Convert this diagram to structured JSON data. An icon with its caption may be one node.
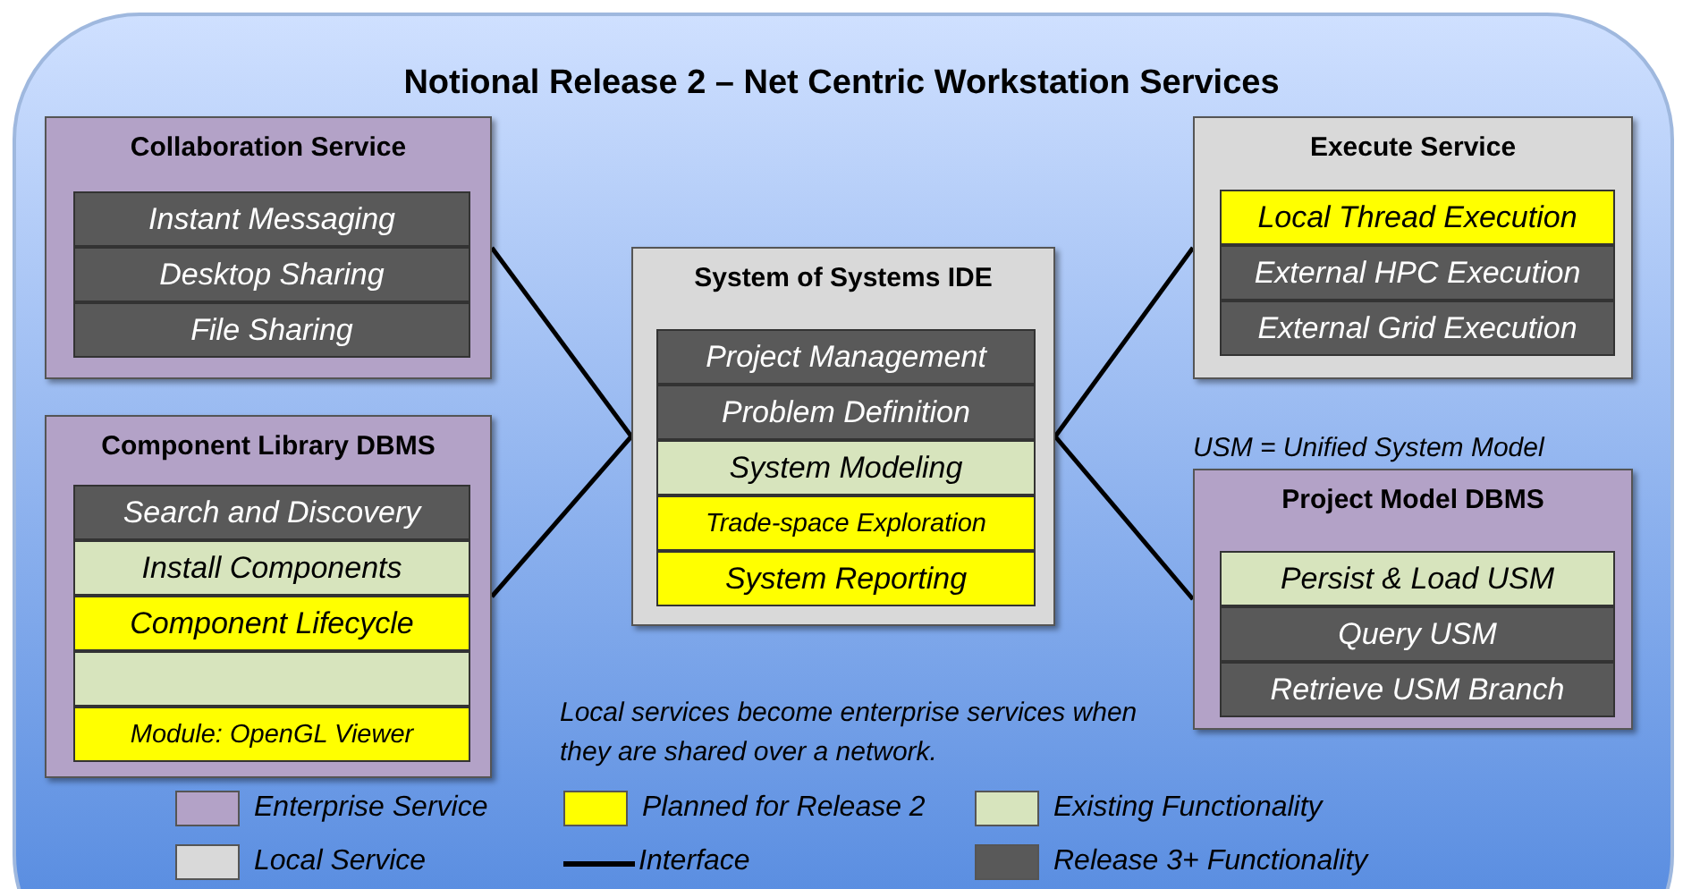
{
  "diagram": {
    "title": "Notional Release 2 – Net Centric Workstation Services",
    "nodes": [
      {
        "text": [
          "Collaboration Service"
        ]
      },
      {
        "text": [
          "Instant Messaging"
        ],
        "in": 0
      },
      {
        "text": [
          "Desktop Sharing"
        ],
        "in": 0
      },
      {
        "text": [
          "File Sharing"
        ],
        "in": 0
      },
      {
        "text": [
          "Execute Service"
        ]
      },
      {
        "text": [
          "Local Thread Execution"
        ],
        "in": 4
      },
      {
        "text": [
          "External HPC Execution"
        ],
        "in": 4
      },
      {
        "text": [
          "External Grid Execution"
        ],
        "in": 4
      },
      {
        "text": [
          "System of Systems IDE"
        ]
      },
      {
        "text": [
          "Project Management"
        ],
        "in": 8
      },
      {
        "text": [
          "Problem Definition"
        ],
        "in": 8
      },
      {
        "text": [
          "System Modeling"
        ],
        "in": 8
      },
      {
        "text": [
          "Trade-space Exploration"
        ],
        "in": 8
      },
      {
        "text": [
          "System Reporting"
        ],
        "in": 8
      },
      {
        "text": [
          "Component Library DBMS"
        ]
      },
      {
        "text": [
          "Search and Discovery"
        ],
        "in": 14
      },
      {
        "text": [
          "Install Components"
        ],
        "in": 14
      },
      {
        "text": [
          "Component Lifecycle"
        ],
        "in": 14
      },
      {
        "text": [],
        "shape": "bar",
        "in": 14
      },
      {
        "text": [
          "Module: OpenGL Viewer"
        ],
        "in": 14
      },
      {
        "text": [
          "Project Model DBMS"
        ]
      },
      {
        "text": [
          "Persist & Load USM"
        ],
        "in": 20
      },
      {
        "text": [
          "Query USM"
        ],
        "in": 20
      },
      {
        "text": [
          "Retrieve USM Branch"
        ],
        "in": 20
      }
    ],
    "edges": [
      {
        "from": 0,
        "to": 8,
        "arrow": "none"
      },
      {
        "from": 14,
        "to": 8,
        "arrow": "none"
      },
      {
        "from": 4,
        "to": 8,
        "arrow": "none"
      },
      {
        "from": 20,
        "to": 8,
        "arrow": "none"
      }
    ],
    "labels": [
      "USM = Unified System Model",
      "Local services become enterprise services when they are shared over a network."
    ],
    "legend": [
      {
        "text": "Enterprise Service",
        "color": "#b3a2c7"
      },
      {
        "text": "Planned for Release 2",
        "color": "#ffff00"
      },
      {
        "text": "Existing Functionality",
        "color": "#d7e4bd"
      },
      {
        "text": "Local Service",
        "color": "#d9d9d9"
      },
      {
        "text": "Interface"
      },
      {
        "text": "Release 3+ Functionality",
        "color": "#595959"
      }
    ]
  }
}
